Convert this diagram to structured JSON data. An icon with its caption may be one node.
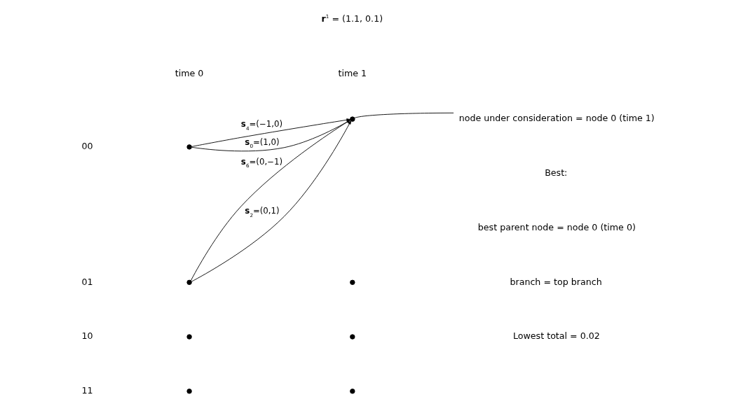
{
  "diagram": {
    "nodes": [
      {
        "text": [],
        "shape": "circle"
      },
      {
        "text": [],
        "shape": "circle"
      },
      {
        "text": [],
        "shape": "circle"
      },
      {
        "text": [],
        "shape": "circle"
      },
      {
        "text": [],
        "shape": "circle"
      },
      {
        "text": [],
        "shape": "circle"
      },
      {
        "text": [],
        "shape": "circle"
      },
      {
        "text": [],
        "shape": "circle"
      },
      {
        "text": [
          "node under consideration = node 0 (time 1)"
        ]
      }
    ],
    "edges": [
      {
        "from": 0,
        "to": 4,
        "arrow": "to",
        "label": "**s**$_{0}$=(1,0)"
      },
      {
        "from": 0,
        "to": 4,
        "arrow": "to",
        "label": "**s**$_{4}$=(−1,0)"
      },
      {
        "from": 1,
        "to": 4,
        "arrow": "to",
        "label": "**s**$_{2}$=(0,1)"
      },
      {
        "from": 1,
        "to": 4,
        "arrow": "to",
        "label": "**s**$_{6}$=(0,−1)"
      },
      {
        "from": 8,
        "to": 4,
        "arrow": "none"
      }
    ],
    "labels": [
      "**r**$^{1}$ = (1.1, 0.1)",
      "time 0",
      "time 1",
      "00",
      "01",
      "10",
      "11",
      "Best:",
      "best parent node = node 0 (time 0)",
      "branch = top branch",
      "Lowest total = 0.02"
    ]
  }
}
